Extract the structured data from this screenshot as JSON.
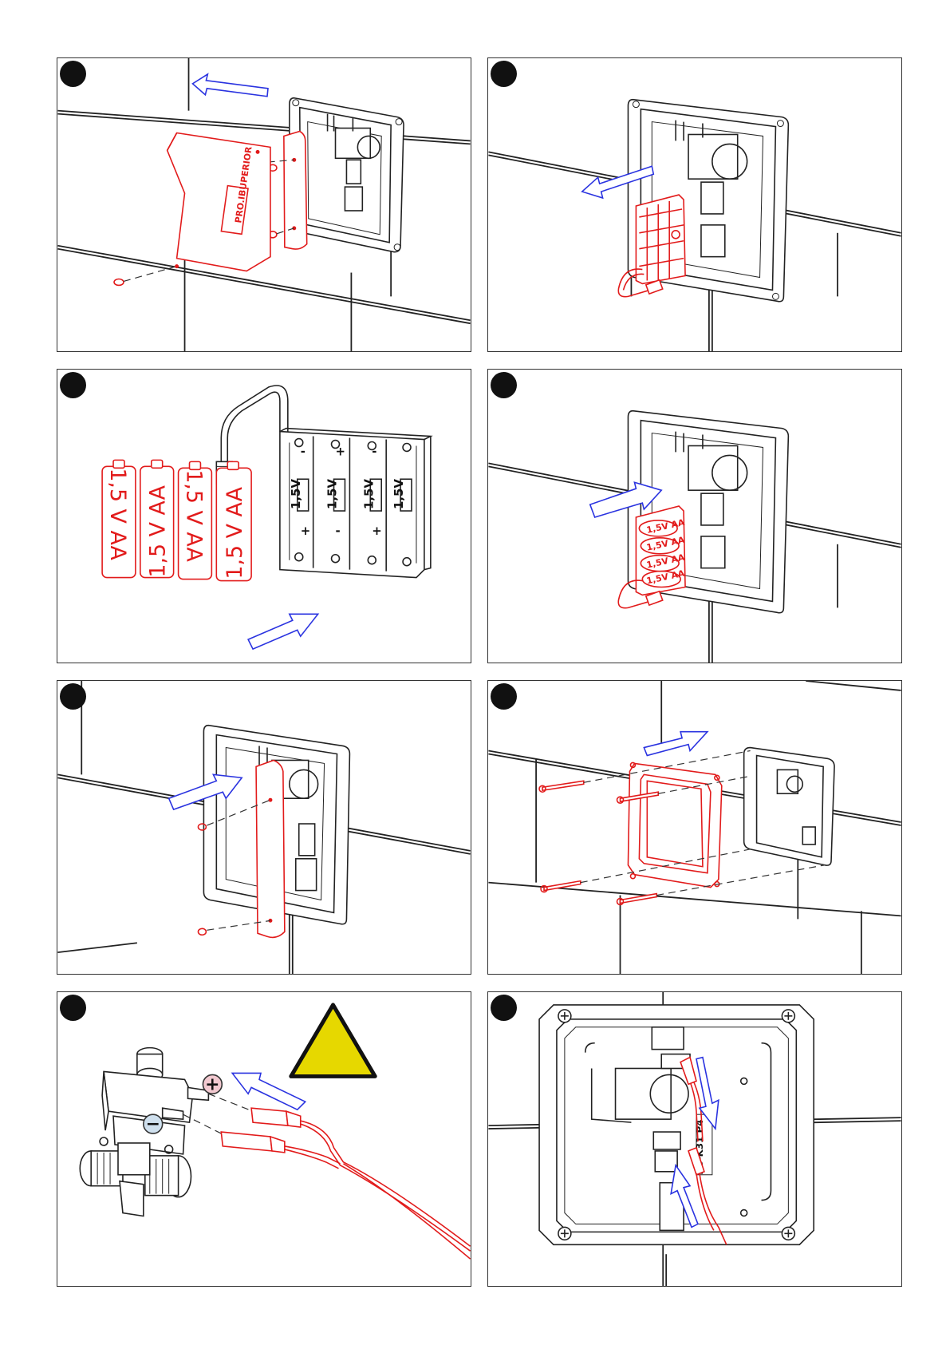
{
  "panels": [
    {
      "id": 1,
      "step_marker": ""
    },
    {
      "id": 2,
      "step_marker": ""
    },
    {
      "id": 3,
      "step_marker": ""
    },
    {
      "id": 4,
      "step_marker": ""
    },
    {
      "id": 5,
      "step_marker": ""
    },
    {
      "id": 6,
      "step_marker": ""
    },
    {
      "id": 7,
      "step_marker": ""
    },
    {
      "id": 8,
      "step_marker": ""
    }
  ],
  "cover_plate": {
    "label_text": "PRO.IBUPERIOR"
  },
  "battery_holder": {
    "slot_labels": [
      "1,5V",
      "1,5V",
      "1,5V",
      "1,5V"
    ],
    "polarity_marks": [
      "-",
      "+",
      "+",
      "-",
      "-",
      "+",
      "",
      ""
    ]
  },
  "batteries": {
    "labels": [
      "1,5 V AA",
      "1,5 V AA",
      "1,5 V AA",
      "1,5 V AA"
    ],
    "installed_labels": [
      "1,5V AA",
      "1,5V AA",
      "1,5V AA",
      "1,5V AA"
    ]
  },
  "solenoid": {
    "plus_symbol": "+",
    "minus_symbol": "−"
  },
  "warning": {
    "color": "#e6d800"
  },
  "connector_panel_label": "PS-K31 P4",
  "colors": {
    "accent": "#e21b1b",
    "arrow": "#2a33e0",
    "line": "#222222",
    "warning_fill": "#e6d800"
  }
}
